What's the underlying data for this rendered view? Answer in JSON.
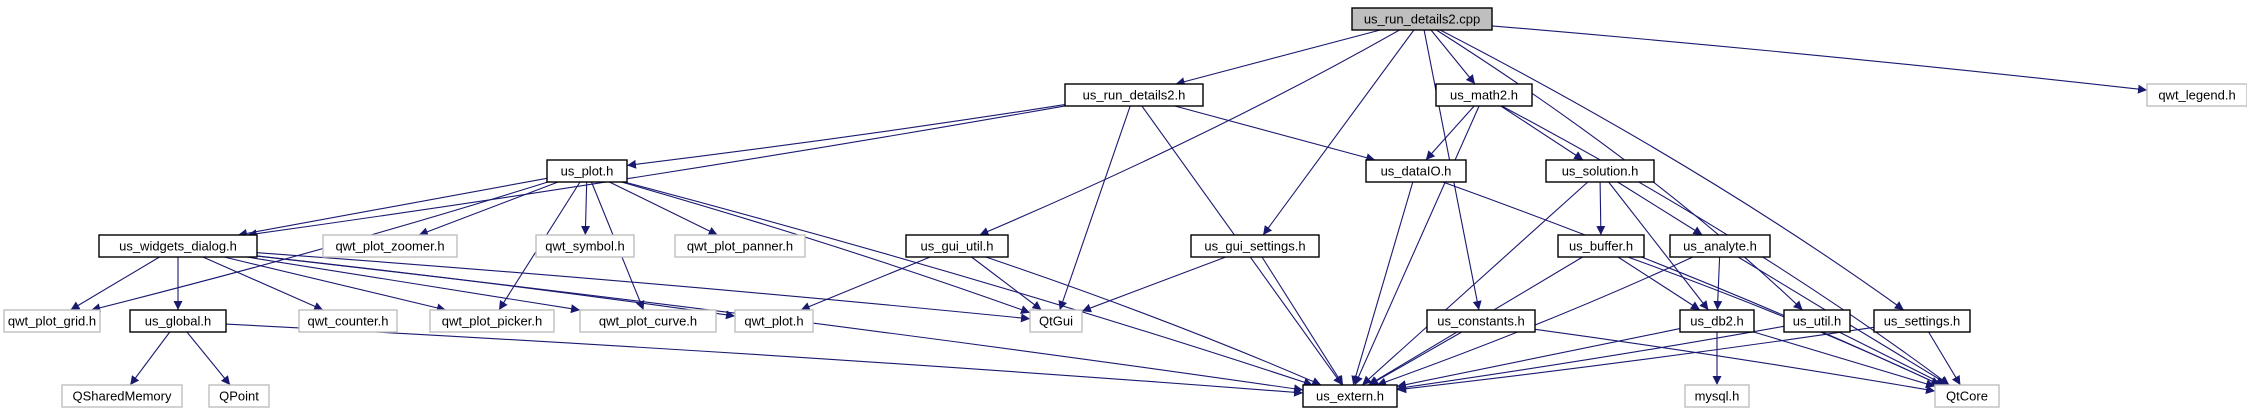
{
  "diagram": {
    "title": "us_run_details2.cpp",
    "nodes": [
      {
        "id": "root",
        "label": "us_run_details2.cpp",
        "style": "root"
      },
      {
        "id": "rd2h",
        "label": "us_run_details2.h",
        "style": "doc"
      },
      {
        "id": "math2",
        "label": "us_math2.h",
        "style": "doc"
      },
      {
        "id": "legend",
        "label": "qwt_legend.h",
        "style": "ext"
      },
      {
        "id": "plot",
        "label": "us_plot.h",
        "style": "doc"
      },
      {
        "id": "dataio",
        "label": "us_dataIO.h",
        "style": "doc"
      },
      {
        "id": "solution",
        "label": "us_solution.h",
        "style": "doc"
      },
      {
        "id": "wdialog",
        "label": "us_widgets_dialog.h",
        "style": "doc"
      },
      {
        "id": "zoomer",
        "label": "qwt_plot_zoomer.h",
        "style": "ext"
      },
      {
        "id": "symbol",
        "label": "qwt_symbol.h",
        "style": "ext"
      },
      {
        "id": "panner",
        "label": "qwt_plot_panner.h",
        "style": "ext"
      },
      {
        "id": "guiutil",
        "label": "us_gui_util.h",
        "style": "doc"
      },
      {
        "id": "guisettings",
        "label": "us_gui_settings.h",
        "style": "doc"
      },
      {
        "id": "buffer",
        "label": "us_buffer.h",
        "style": "doc"
      },
      {
        "id": "analyte",
        "label": "us_analyte.h",
        "style": "doc"
      },
      {
        "id": "grid",
        "label": "qwt_plot_grid.h",
        "style": "ext"
      },
      {
        "id": "counter",
        "label": "qwt_counter.h",
        "style": "ext"
      },
      {
        "id": "picker",
        "label": "qwt_plot_picker.h",
        "style": "ext"
      },
      {
        "id": "curve",
        "label": "qwt_plot_curve.h",
        "style": "ext"
      },
      {
        "id": "qwtplot",
        "label": "qwt_plot.h",
        "style": "ext"
      },
      {
        "id": "qtgui",
        "label": "QtGui",
        "style": "ext"
      },
      {
        "id": "global",
        "label": "us_global.h",
        "style": "doc"
      },
      {
        "id": "constants",
        "label": "us_constants.h",
        "style": "doc"
      },
      {
        "id": "db2",
        "label": "us_db2.h",
        "style": "doc"
      },
      {
        "id": "util",
        "label": "us_util.h",
        "style": "doc"
      },
      {
        "id": "settings",
        "label": "us_settings.h",
        "style": "doc"
      },
      {
        "id": "shm",
        "label": "QSharedMemory",
        "style": "ext"
      },
      {
        "id": "qpoint",
        "label": "QPoint",
        "style": "ext"
      },
      {
        "id": "extern",
        "label": "us_extern.h",
        "style": "doc"
      },
      {
        "id": "mysql",
        "label": "mysql.h",
        "style": "ext"
      },
      {
        "id": "qtcore",
        "label": "QtCore",
        "style": "ext"
      }
    ],
    "edges": [
      [
        "root",
        "rd2h"
      ],
      [
        "root",
        "math2"
      ],
      [
        "root",
        "legend"
      ],
      [
        "root",
        "guiutil"
      ],
      [
        "root",
        "guisettings"
      ],
      [
        "root",
        "constants"
      ],
      [
        "root",
        "util"
      ],
      [
        "root",
        "settings"
      ],
      [
        "rd2h",
        "plot"
      ],
      [
        "rd2h",
        "dataio"
      ],
      [
        "rd2h",
        "wdialog"
      ],
      [
        "rd2h",
        "qtgui"
      ],
      [
        "rd2h",
        "extern"
      ],
      [
        "math2",
        "dataio"
      ],
      [
        "math2",
        "solution"
      ],
      [
        "math2",
        "extern"
      ],
      [
        "math2",
        "qtcore"
      ],
      [
        "plot",
        "wdialog"
      ],
      [
        "plot",
        "zoomer"
      ],
      [
        "plot",
        "symbol"
      ],
      [
        "plot",
        "panner"
      ],
      [
        "plot",
        "grid"
      ],
      [
        "plot",
        "picker"
      ],
      [
        "plot",
        "curve"
      ],
      [
        "plot",
        "qtgui"
      ],
      [
        "plot",
        "extern"
      ],
      [
        "dataio",
        "extern"
      ],
      [
        "dataio",
        "qtcore"
      ],
      [
        "solution",
        "buffer"
      ],
      [
        "solution",
        "analyte"
      ],
      [
        "solution",
        "db2"
      ],
      [
        "solution",
        "extern"
      ],
      [
        "wdialog",
        "grid"
      ],
      [
        "wdialog",
        "counter"
      ],
      [
        "wdialog",
        "picker"
      ],
      [
        "wdialog",
        "curve"
      ],
      [
        "wdialog",
        "qwtplot"
      ],
      [
        "wdialog",
        "qtgui"
      ],
      [
        "wdialog",
        "global"
      ],
      [
        "wdialog",
        "extern"
      ],
      [
        "guiutil",
        "qwtplot"
      ],
      [
        "guiutil",
        "qtgui"
      ],
      [
        "guiutil",
        "extern"
      ],
      [
        "guisettings",
        "qtgui"
      ],
      [
        "guisettings",
        "extern"
      ],
      [
        "buffer",
        "db2"
      ],
      [
        "buffer",
        "extern"
      ],
      [
        "buffer",
        "qtcore"
      ],
      [
        "analyte",
        "db2"
      ],
      [
        "analyte",
        "extern"
      ],
      [
        "analyte",
        "qtcore"
      ],
      [
        "global",
        "shm"
      ],
      [
        "global",
        "qpoint"
      ],
      [
        "global",
        "extern"
      ],
      [
        "constants",
        "extern"
      ],
      [
        "constants",
        "qtcore"
      ],
      [
        "db2",
        "extern"
      ],
      [
        "db2",
        "mysql"
      ],
      [
        "db2",
        "qtcore"
      ],
      [
        "util",
        "extern"
      ],
      [
        "util",
        "qtcore"
      ],
      [
        "settings",
        "extern"
      ],
      [
        "settings",
        "qtcore"
      ]
    ],
    "colors": {
      "edge": "#191970",
      "root_fill": "#bfbfbf",
      "root_border": "#000000",
      "doc_fill": "#ffffff",
      "doc_border": "#000000",
      "ext_fill": "#ffffff",
      "ext_border": "#bfbfbf",
      "text": "#000000"
    }
  }
}
